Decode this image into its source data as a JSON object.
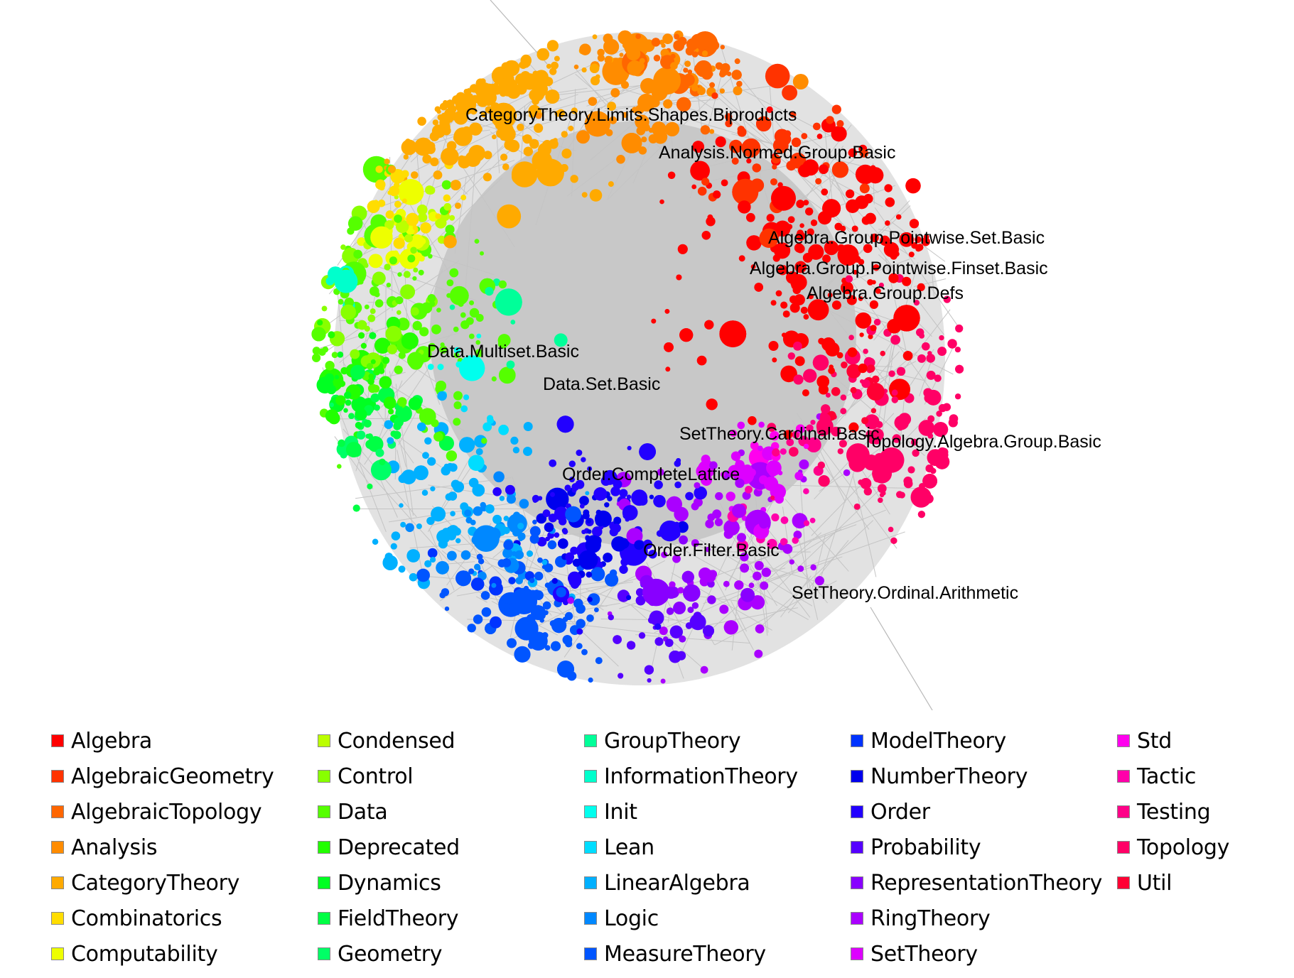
{
  "graph": {
    "node_labels": [
      "CategoryTheory.Limits.Shapes.Biproducts",
      "Analysis.Normed.Group.Basic",
      "Algebra.Group.Pointwise.Set.Basic",
      "Algebra.Group.Pointwise.Finset.Basic",
      "Algebra.Group.Defs",
      "Data.Multiset.Basic",
      "Data.Set.Basic",
      "SetTheory.Cardinal.Basic",
      "Topology.Algebra.Group.Basic",
      "Order.CompleteLattice",
      "Order.Filter.Basic",
      "SetTheory.Ordinal.Arithmetic"
    ]
  },
  "legend": {
    "items": [
      {
        "label": "Algebra",
        "color": "#ff0000"
      },
      {
        "label": "AlgebraicGeometry",
        "color": "#ff3300"
      },
      {
        "label": "AlgebraicTopology",
        "color": "#ff6600"
      },
      {
        "label": "Analysis",
        "color": "#ff8c00"
      },
      {
        "label": "CategoryTheory",
        "color": "#ffaa00"
      },
      {
        "label": "Combinatorics",
        "color": "#ffdd00"
      },
      {
        "label": "Computability",
        "color": "#eeff00"
      },
      {
        "label": "Condensed",
        "color": "#bbff00"
      },
      {
        "label": "Control",
        "color": "#88ff00"
      },
      {
        "label": "Data",
        "color": "#55ff00"
      },
      {
        "label": "Deprecated",
        "color": "#22ff00"
      },
      {
        "label": "Dynamics",
        "color": "#00ff22"
      },
      {
        "label": "FieldTheory",
        "color": "#00ff44"
      },
      {
        "label": "Geometry",
        "color": "#00ff66"
      },
      {
        "label": "GroupTheory",
        "color": "#00ff99"
      },
      {
        "label": "InformationTheory",
        "color": "#00ffcc"
      },
      {
        "label": "Init",
        "color": "#00ffee"
      },
      {
        "label": "Lean",
        "color": "#00ddff"
      },
      {
        "label": "LinearAlgebra",
        "color": "#00b0ff"
      },
      {
        "label": "Logic",
        "color": "#0088ff"
      },
      {
        "label": "MeasureTheory",
        "color": "#0055ff"
      },
      {
        "label": "ModelTheory",
        "color": "#0033ff"
      },
      {
        "label": "NumberTheory",
        "color": "#0000ee"
      },
      {
        "label": "Order",
        "color": "#2200ff"
      },
      {
        "label": "Probability",
        "color": "#5500ff"
      },
      {
        "label": "RepresentationTheory",
        "color": "#8800ff"
      },
      {
        "label": "RingTheory",
        "color": "#aa00ff"
      },
      {
        "label": "SetTheory",
        "color": "#dd00ff"
      },
      {
        "label": "Std",
        "color": "#ff00ee"
      },
      {
        "label": "Tactic",
        "color": "#ff00aa"
      },
      {
        "label": "Testing",
        "color": "#ff0088"
      },
      {
        "label": "Topology",
        "color": "#ff0066"
      },
      {
        "label": "Util",
        "color": "#ff0033"
      }
    ]
  }
}
